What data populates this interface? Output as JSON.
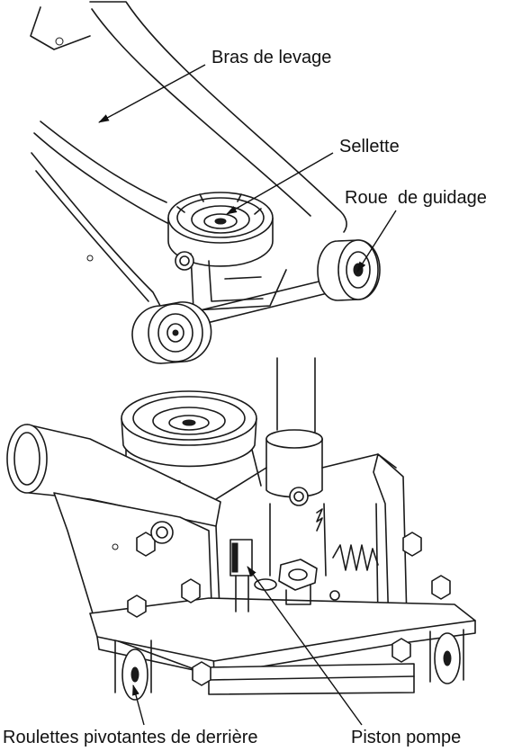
{
  "labels": {
    "lift_arm": "Bras de levage",
    "saddle": "Sellette",
    "guide_wheel": "Roue  de guidage",
    "rear_casters": "Roulettes pivotantes de derrière",
    "pump_piston": "Piston pompe"
  },
  "colors": {
    "line": "#1a1a1a",
    "background": "#ffffff"
  }
}
